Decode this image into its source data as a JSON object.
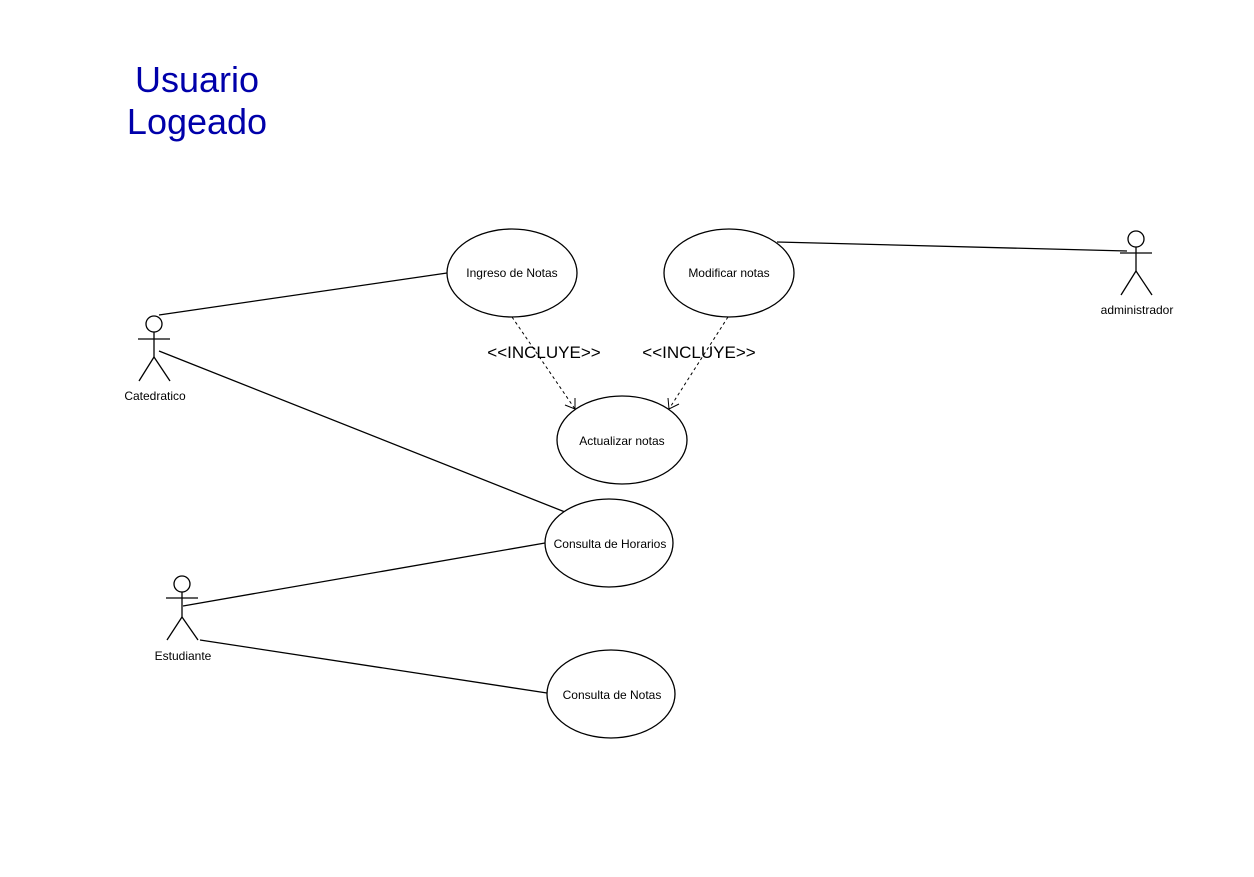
{
  "diagram": {
    "title_lines": [
      "Usuario",
      "Logeado"
    ],
    "actors": {
      "catedratico": "Catedratico",
      "estudiante": "Estudiante",
      "administrador": "administrador"
    },
    "use_cases": {
      "ingreso_notas": "Ingreso de Notas",
      "modificar_notas": "Modificar notas",
      "actualizar_notas": "Actualizar notas",
      "consulta_horarios": "Consulta de Horarios",
      "consulta_notas": "Consulta de Notas"
    },
    "stereotypes": {
      "include_left": "<<INCLUYE>>",
      "include_right": "<<INCLUYE>>"
    },
    "colors": {
      "title": "#0000aa",
      "stroke": "#000000",
      "background": "#ffffff"
    }
  }
}
